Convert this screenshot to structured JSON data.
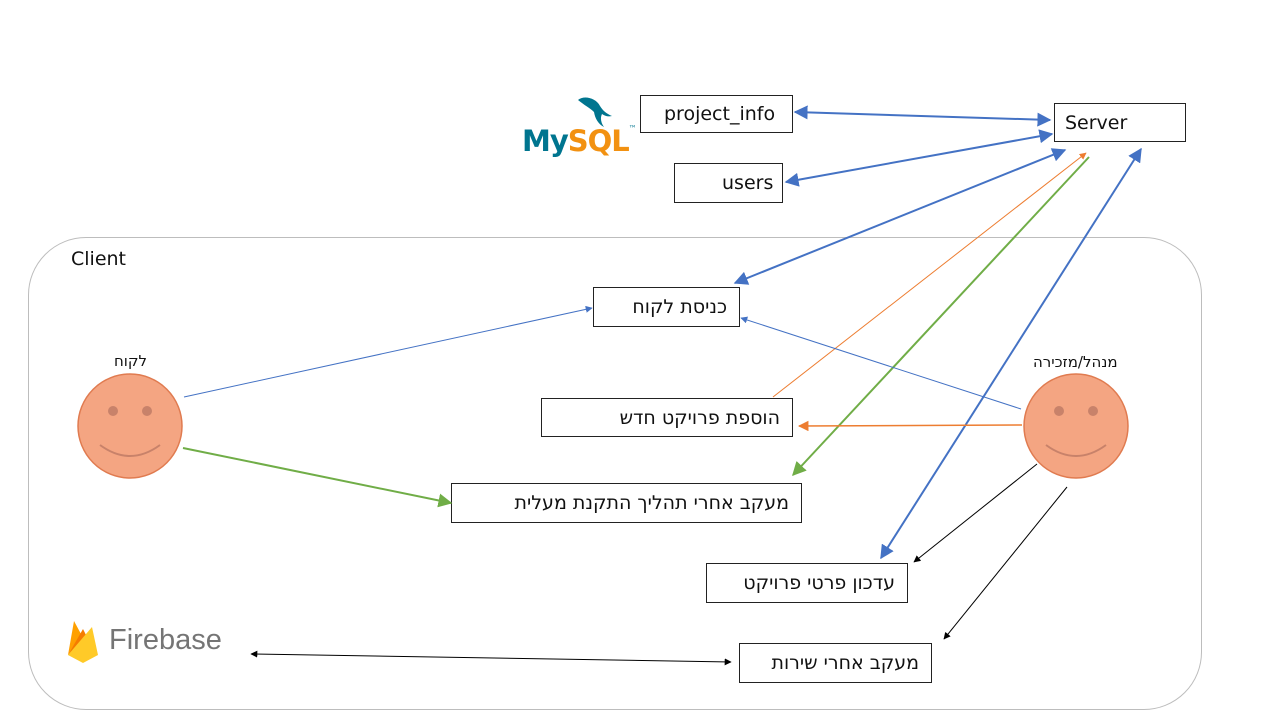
{
  "logos": {
    "mysql": {
      "part1": "My",
      "part2": "SQL",
      "tm": "™"
    },
    "firebase": "Firebase"
  },
  "client": {
    "label": "Client"
  },
  "server": {
    "label": "Server"
  },
  "tables": {
    "project_info": "project_info",
    "users": "users"
  },
  "actors": {
    "customer": "לקוח",
    "manager": "מנהל/מזכירה"
  },
  "actions": {
    "customer_login": "כניסת לקוח",
    "add_project": "הוספת פרויקט חדש",
    "track_fault": "מעקב אחרי תהליך התקנת מעלית",
    "update_project": "עדכון פרטי פרויקט",
    "track_service": "מעקב אחרי שירות"
  },
  "colors": {
    "blue": "#4472c4",
    "orange": "#ed7d31",
    "green": "#70ad47",
    "black": "#000000",
    "face_fill": "#f4a582",
    "face_stroke": "#e07b50"
  }
}
